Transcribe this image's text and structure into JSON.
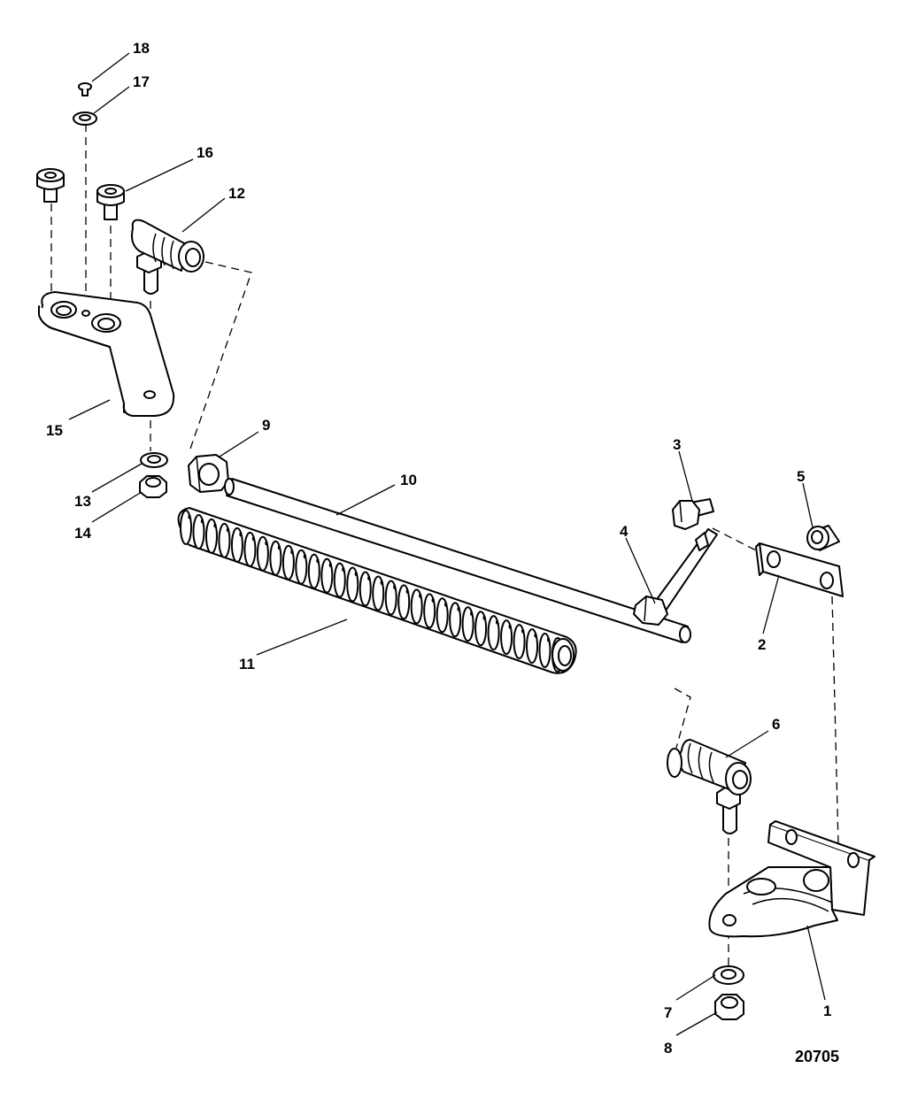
{
  "figure_number": "20705",
  "callouts": [
    "1",
    "2",
    "3",
    "4",
    "5",
    "6",
    "7",
    "8",
    "9",
    "10",
    "11",
    "12",
    "13",
    "14",
    "15",
    "16",
    "17",
    "18"
  ]
}
